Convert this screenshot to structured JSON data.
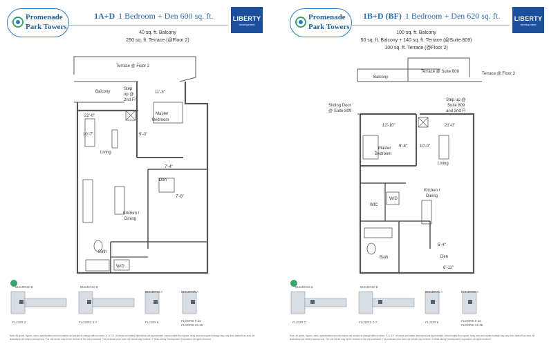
{
  "logo": {
    "line1": "Promenade",
    "line2": "Park Towers"
  },
  "brand": {
    "name": "LIBERTY",
    "sub": "development",
    "color": "#1b4f9c"
  },
  "accent_color": "#2a6db3",
  "left": {
    "unit_code": "1A+D",
    "unit_desc": "1 Bedroom + Den 600 sq. ft.",
    "areas": [
      "40 sq. ft. Balcony",
      "250 sq. ft. Terrace (@Floor 2)"
    ],
    "plan": {
      "terrace": "Terrace @ Floor 2",
      "balcony": "Balcony",
      "step_up": [
        "Step",
        "up @",
        "2nd Fl"
      ],
      "dim_bed_top": "11'-3\"",
      "dim_living_w": "22'-0\"",
      "dim_living_h": "10'-7\"",
      "master": [
        "Master",
        "Bedroom"
      ],
      "dim_bed_side": "9'-0\"",
      "living": "Living",
      "dim_den_w": "7'-4\"",
      "den": "Den",
      "dim_den_h": "7'-8\"",
      "kitchen": [
        "Kitchen /",
        "Dining"
      ],
      "bath": "Bath",
      "wd": "W/D"
    },
    "floors": [
      "FLOOR 2",
      "FLOORS 3-7",
      "FLOOR 8",
      "FLOORS 9-12",
      "FLOORS 14-36"
    ]
  },
  "right": {
    "unit_code": "1B+D (BF)",
    "unit_desc": "1 Bedroom + Den 620 sq. ft.",
    "areas": [
      "100 sq. ft. Balcony",
      "50 sq. ft. Balcony + 140 sq. ft. Terrace (@Suite 809)",
      "100 sq. ft. Terrace (@Floor 2)"
    ],
    "plan": {
      "balcony": "Balcony",
      "terrace_809": "Terrace @ Suite 809",
      "terrace_f2": "Terrace @ Floor 2",
      "sliding": [
        "Sliding Door",
        "@ Suite 809"
      ],
      "step_up": [
        "Step up @",
        "Suite 809",
        "and 2nd Fl"
      ],
      "dim_bed_top": "12'-10\"",
      "dim_living_w": "21'-0\"",
      "dim_bed_h": "9'-8\"",
      "dim_bed_w": "10'-0\"",
      "master": [
        "Master",
        "Bedroom"
      ],
      "living": "Living",
      "kitchen": [
        "Kitchen /",
        "Dining"
      ],
      "wic": "WIC",
      "wd": "W/D",
      "bath": "Bath",
      "den": "Den",
      "dim_den_w": "5'-4\"",
      "dim_den_h": "6'-11\""
    },
    "floors": [
      "FLOOR 2",
      "FLOORS 3-7",
      "FLOOR 8",
      "FLOORS 9-12",
      "FLOORS 14-36"
    ]
  },
  "building_labels": [
    "BUILDING B",
    "BUILDING A"
  ],
  "disclaimer": "Note: All prices, figures, sizes, specifications and information are subject to change without notice. E. & O.E. All areas and stated dimensions are approximate. Actual usable floor space, living area and square footage may vary from stated floor area. All illustrations are artist's concept only. The unit shown may be the reverse of the unit purchased. The purchase price does not include any furniture. © 2016 Liberty Development Corporation. All rights reserved."
}
